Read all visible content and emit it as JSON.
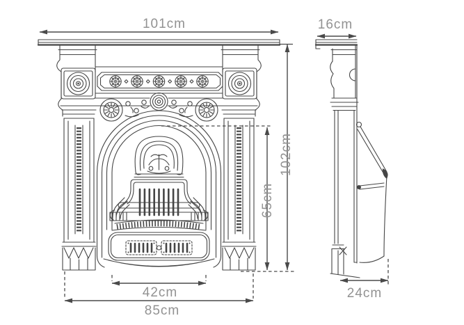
{
  "theme": {
    "background": "#ffffff",
    "line": "#454545",
    "dim": "#4a4a4a",
    "label": "#929292"
  },
  "diagram": {
    "views": {
      "front": {
        "dimensions": {
          "mantel_width": "101cm",
          "overall_height": "102cm",
          "opening_height": "65cm",
          "opening_width": "42cm",
          "base_width": "85cm"
        }
      },
      "side": {
        "dimensions": {
          "mantel_depth": "16cm",
          "base_depth": "24cm"
        }
      }
    }
  }
}
